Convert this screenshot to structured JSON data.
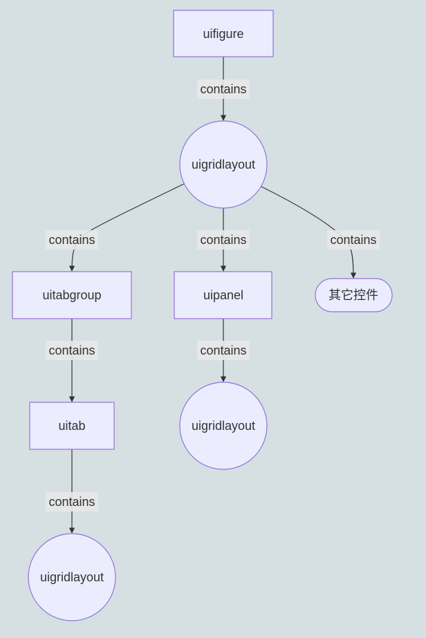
{
  "diagram": {
    "nodes": {
      "uifigure": "uifigure",
      "uigridlayout_top": "uigridlayout",
      "uitabgroup": "uitabgroup",
      "uipanel": "uipanel",
      "other_controls": "其它控件",
      "uitab": "uitab",
      "uigridlayout_panel": "uigridlayout",
      "uigridlayout_tab": "uigridlayout"
    },
    "edges": {
      "figure_to_grid": "contains",
      "grid_to_tabgroup": "contains",
      "grid_to_panel": "contains",
      "grid_to_other": "contains",
      "tabgroup_to_tab": "contains",
      "panel_to_grid": "contains",
      "tab_to_grid": "contains"
    }
  }
}
